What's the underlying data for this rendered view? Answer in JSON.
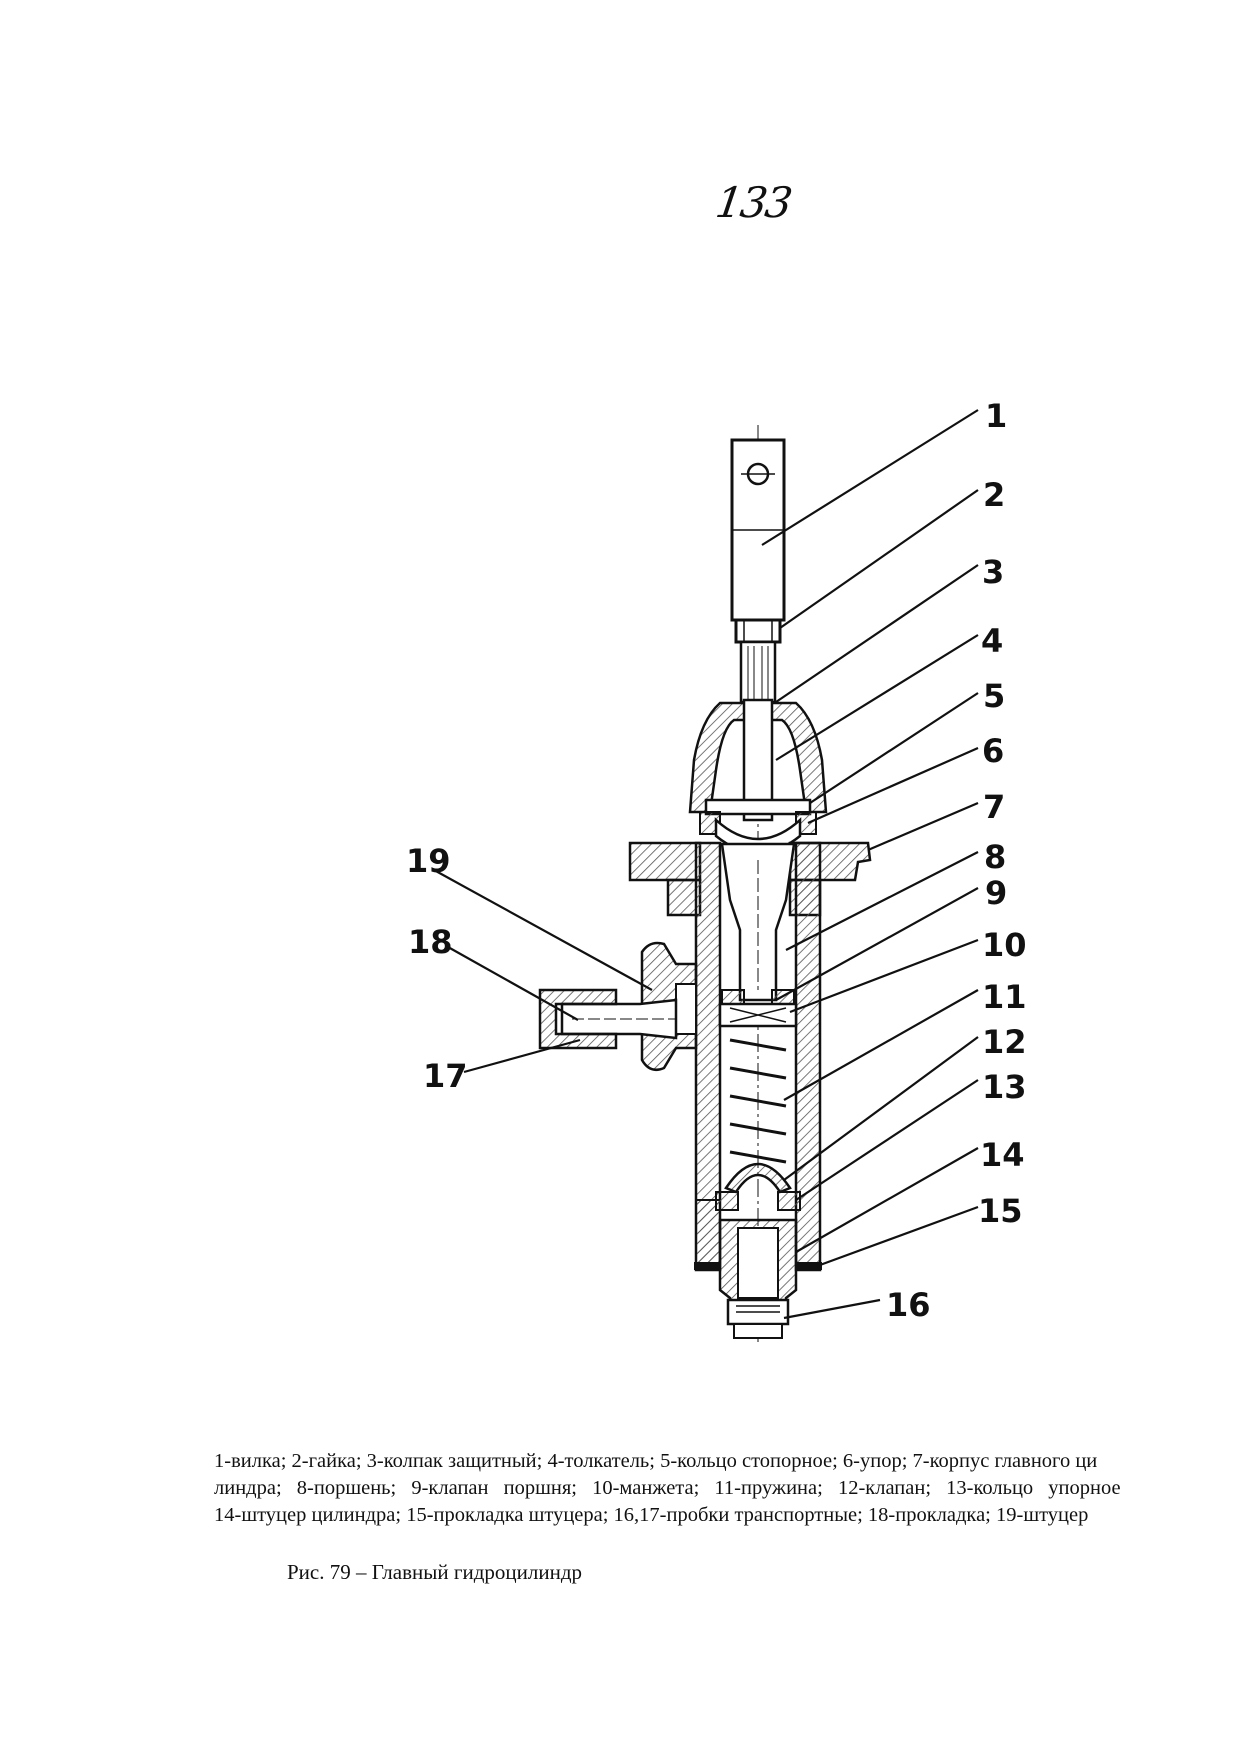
{
  "page": {
    "number": "133"
  },
  "figure": {
    "callouts": [
      "1",
      "2",
      "3",
      "4",
      "5",
      "6",
      "7",
      "8",
      "9",
      "10",
      "11",
      "12",
      "13",
      "14",
      "15",
      "16",
      "17",
      "18",
      "19"
    ],
    "legend_lines": [
      "1-вилка; 2-гайка; 3-колпак защитный; 4-толкатель; 5-кольцо стопорное; 6-упор; 7-корпус главного ци",
      "линдра; 8-поршень; 9-клапан поршня; 10-манжета; 11-пружина; 12-клапан; 13-кольцо упорное",
      "14-штуцер цилиндра; 15-прокладка штуцера; 16,17-пробки транспортные; 18-прокладка; 19-штуцер"
    ],
    "caption": "Рис. 79 – Главный гидроцилиндр"
  },
  "colors": {
    "ink": "#111111",
    "hatch": "#555555",
    "paper": "#ffffff"
  }
}
